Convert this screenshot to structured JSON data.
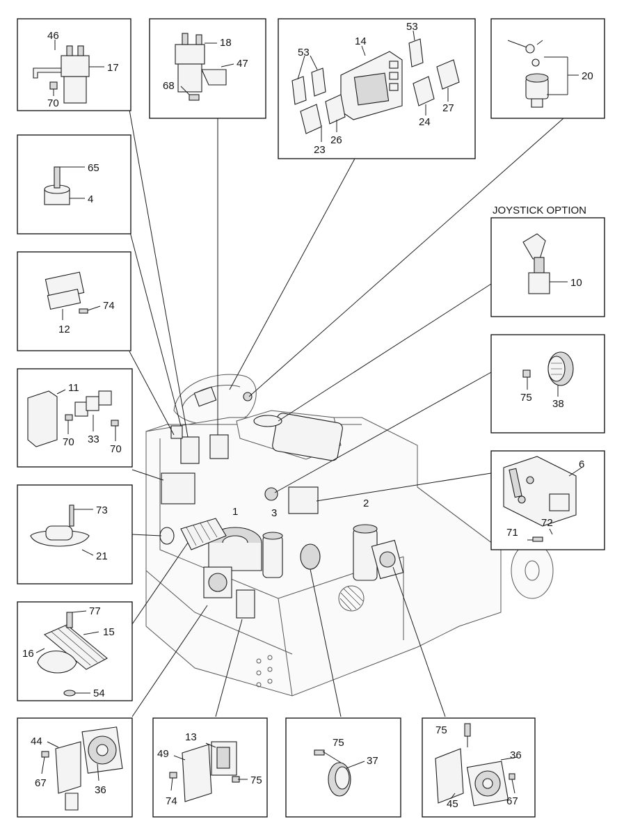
{
  "joystick_caption": "JOYSTICK OPTION",
  "callouts": {
    "n46": "46",
    "n17": "17",
    "n70a": "70",
    "n18": "18",
    "n47": "47",
    "n68": "68",
    "n53a": "53",
    "n53b": "53",
    "n14": "14",
    "n23": "23",
    "n26": "26",
    "n24": "24",
    "n27": "27",
    "n20": "20",
    "n65": "65",
    "n4": "4",
    "n10": "10",
    "n74a": "74",
    "n12": "12",
    "n75a": "75",
    "n38": "38",
    "n11": "11",
    "n70b": "70",
    "n33": "33",
    "n70c": "70",
    "n6": "6",
    "n72": "72",
    "n71": "71",
    "n73": "73",
    "n21": "21",
    "n1": "1",
    "n3": "3",
    "n2": "2",
    "n77": "77",
    "n15": "15",
    "n16": "16",
    "n54": "54",
    "n44": "44",
    "n67a": "67",
    "n36a": "36",
    "n13": "13",
    "n49": "49",
    "n74b": "74",
    "n75b": "75",
    "n75c": "75",
    "n37": "37",
    "n75d": "75",
    "n36b": "36",
    "n45": "45",
    "n67b": "67"
  }
}
